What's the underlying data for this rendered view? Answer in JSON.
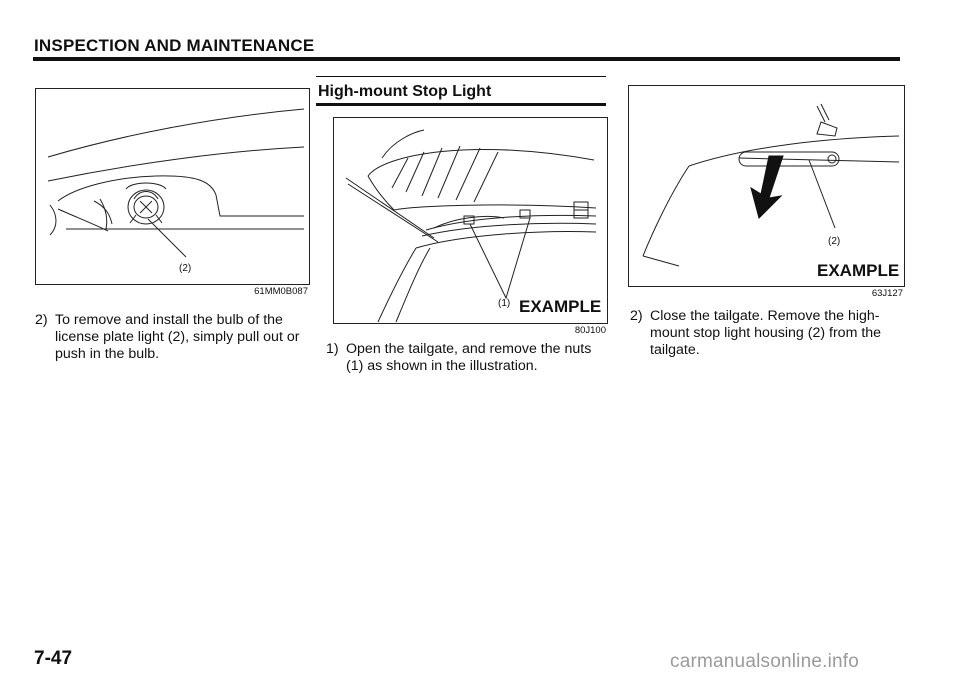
{
  "header": {
    "title": "INSPECTION AND MAINTENANCE"
  },
  "figure1": {
    "callout": "(2)",
    "code": "61MM0B087"
  },
  "step_left": {
    "number": "2)",
    "text": "To remove and install the bulb of the license plate light (2), simply pull out or push in the bulb."
  },
  "section": {
    "title": "High-mount Stop Light"
  },
  "figure2": {
    "callout": "(1)",
    "example_label": "EXAMPLE",
    "code": "80J100"
  },
  "step_middle": {
    "number": "1)",
    "text": "Open the tailgate, and remove the nuts (1) as shown in the illustration."
  },
  "figure3": {
    "callout": "(2)",
    "example_label": "EXAMPLE",
    "code": "63J127"
  },
  "step_right": {
    "number": "2)",
    "text": "Close the tailgate. Remove the high-mount stop light housing (2) from the tailgate."
  },
  "footer": {
    "page_number": "7-47",
    "watermark": "carmanualsonline.info"
  }
}
